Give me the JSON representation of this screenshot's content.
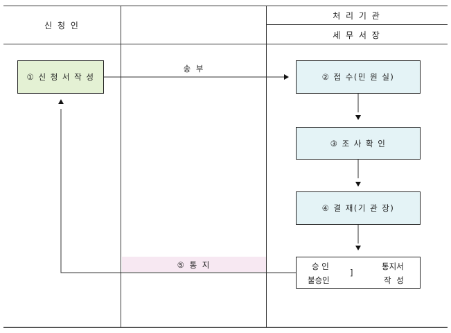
{
  "header": {
    "applicant": "신 청 인",
    "agency": "처 리 기 관",
    "office": "세 무 서 장"
  },
  "steps": {
    "write": "① 신 청 서   작 성",
    "receive": "② 접 수(민 원 실)",
    "review": "③ 조 사 확 인",
    "approve": "④ 결 재(기 관 장)",
    "notify": "⑤ 통  지"
  },
  "labels": {
    "send": "송 부"
  },
  "outcome": {
    "approved": "승 인",
    "rejected": "불승인",
    "bracket": "]",
    "notice_line1": "통지서",
    "notice_line2": "작 성"
  }
}
